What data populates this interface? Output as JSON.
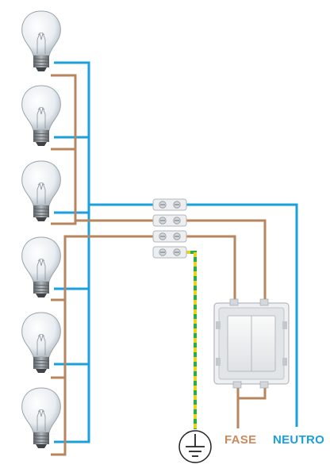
{
  "labels": {
    "phase": "FASE",
    "neutral": "NEUTRO"
  },
  "colors": {
    "neutral_wire": "#1aa0dc",
    "phase_wire": "#b8865e",
    "earth_green": "#2fa84a",
    "earth_yellow": "#e6d41c",
    "bulb_glass": "#eef2f5",
    "bulb_base": "#8a8f94",
    "terminal_body": "#e9ecee",
    "switch_frame": "#e3e5e7"
  },
  "icons": {
    "bulb": "light-bulb-icon",
    "terminal_block": "terminal-block-icon",
    "switch": "double-light-switch-icon",
    "earth": "earth-ground-icon"
  },
  "components": {
    "bulb_count": 6,
    "terminal_count": 4
  }
}
